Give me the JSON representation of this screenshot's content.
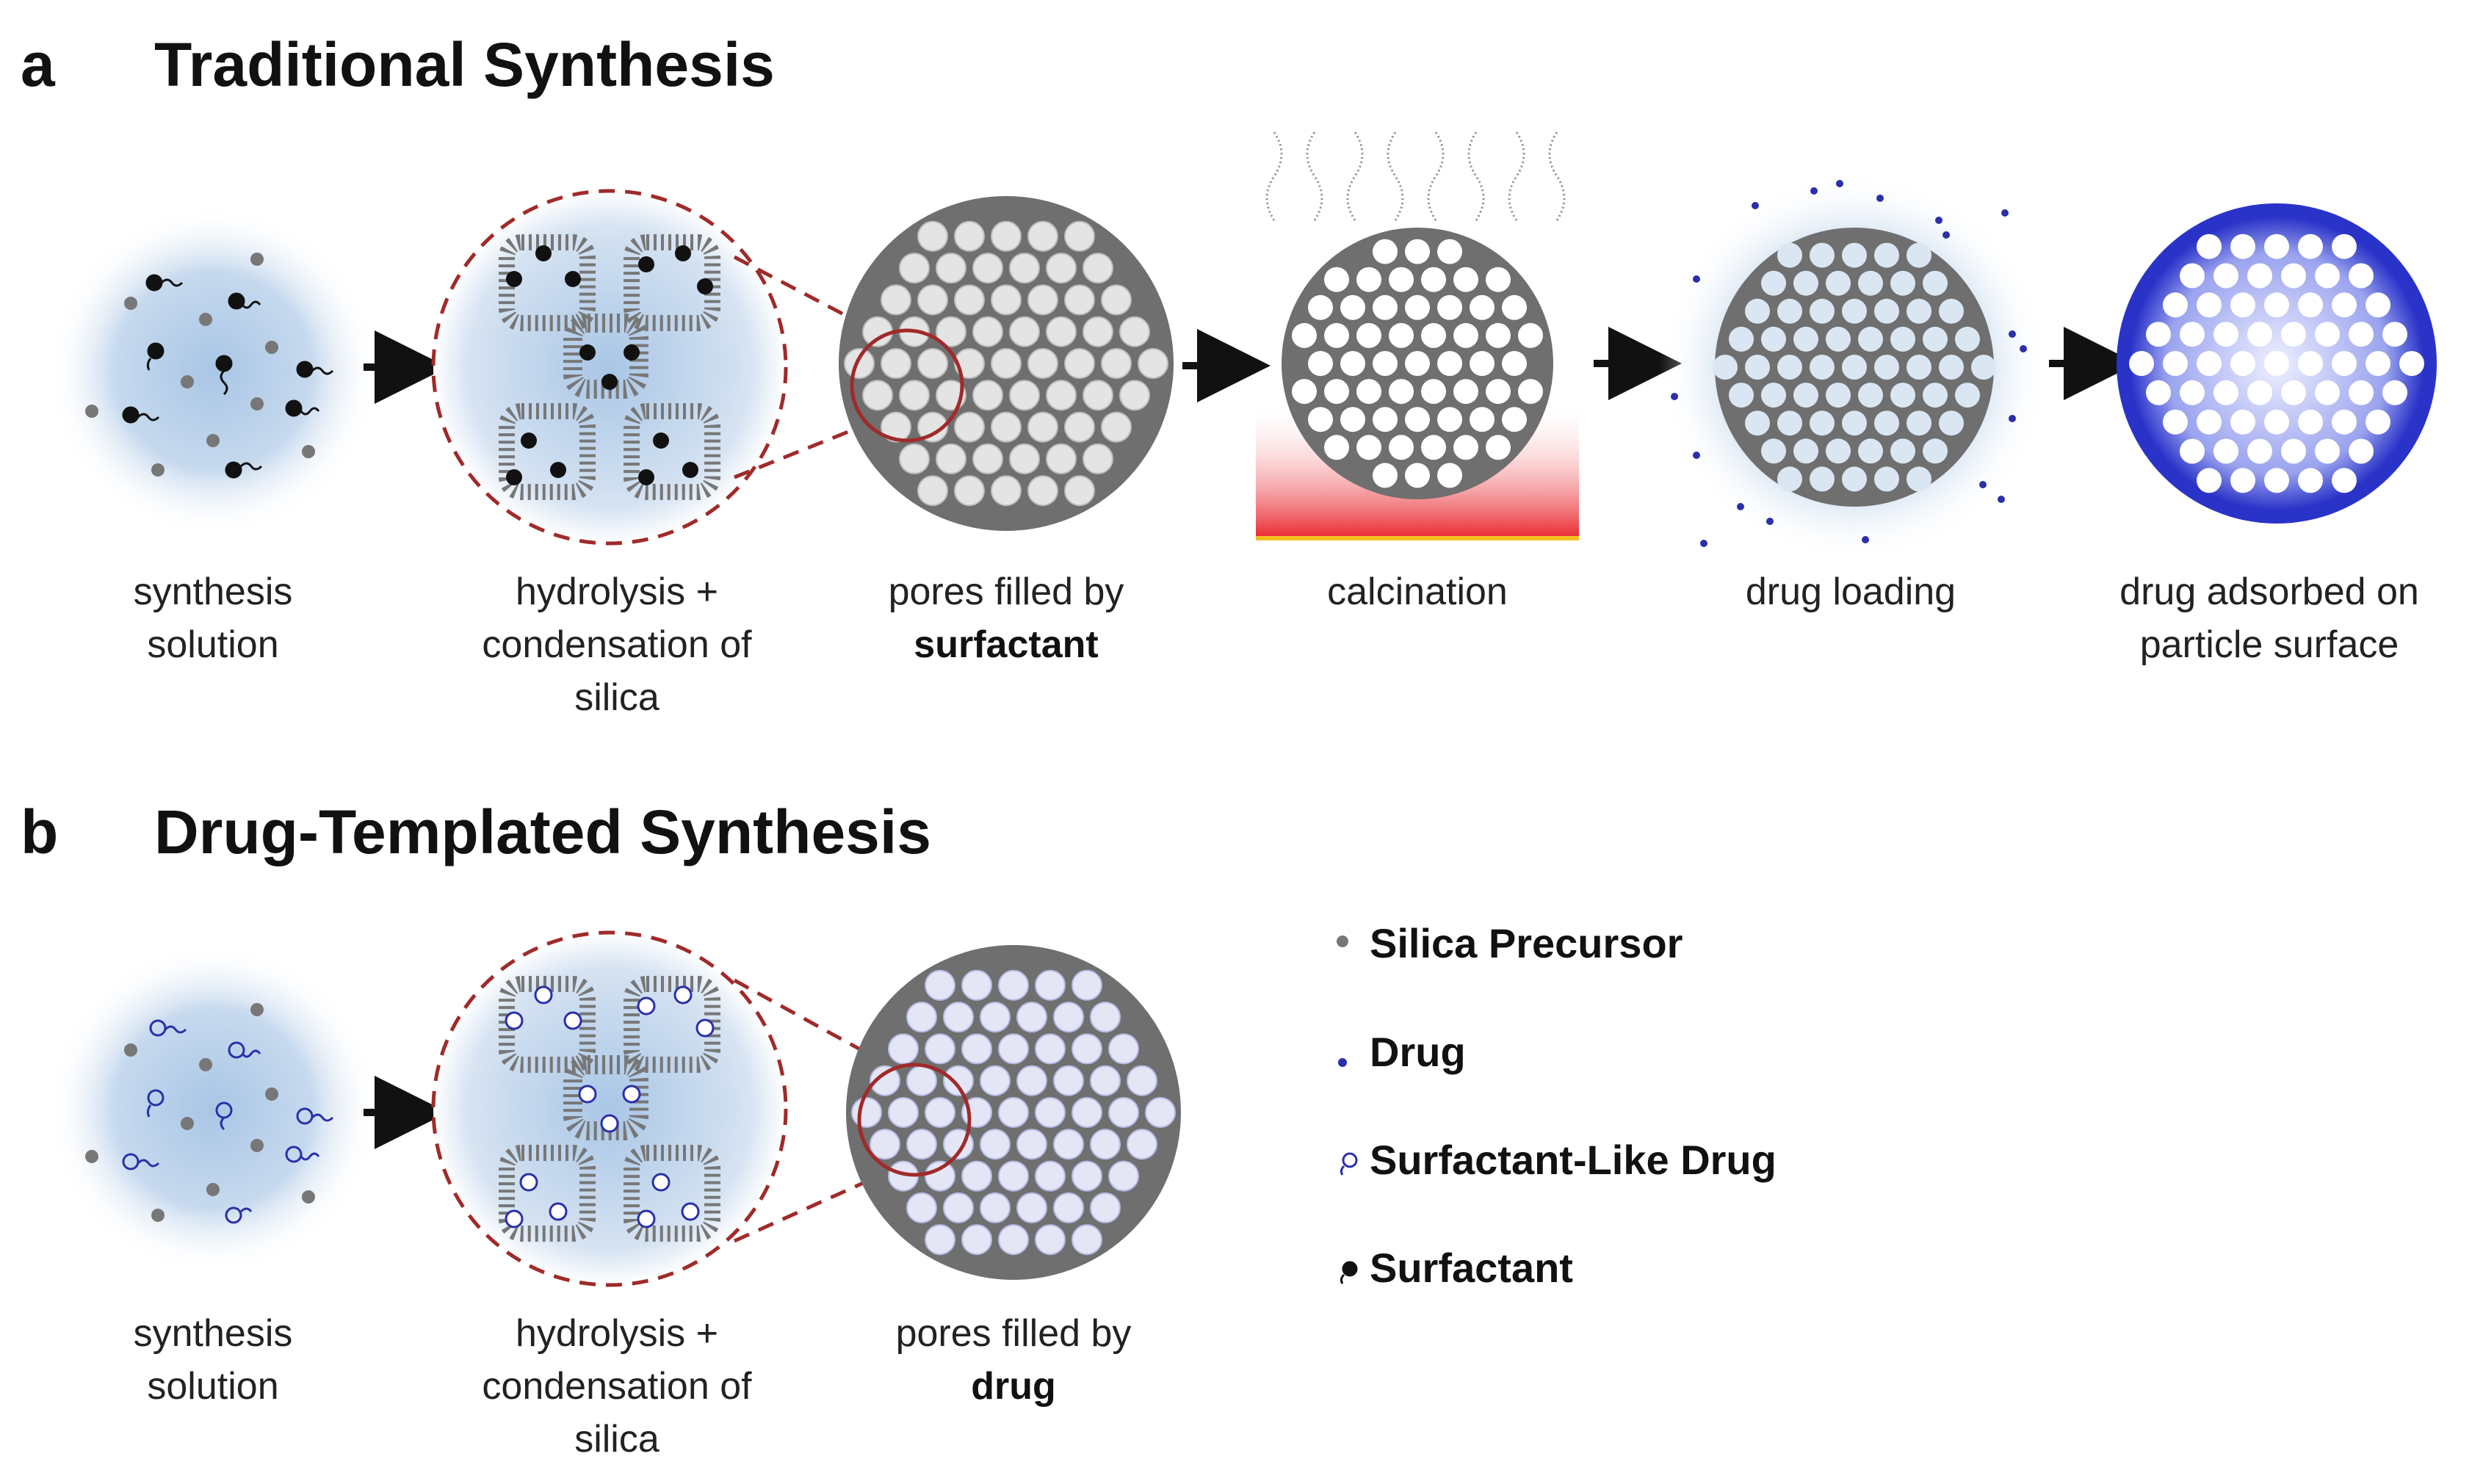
{
  "panel_a": {
    "letter": "a",
    "title": "Traditional Synthesis",
    "steps": [
      {
        "line1": "synthesis",
        "line2": "solution",
        "line3": ""
      },
      {
        "line1": "hydrolysis +",
        "line2": "condensation of",
        "line3": "silica"
      },
      {
        "line1": "pores filled by",
        "line2": "surfactant",
        "line3": ""
      },
      {
        "line1": "calcination",
        "line2": "",
        "line3": ""
      },
      {
        "line1": "drug loading",
        "line2": "",
        "line3": ""
      },
      {
        "line1": "drug adsorbed on",
        "line2": "particle surface",
        "line3": ""
      }
    ]
  },
  "panel_b": {
    "letter": "b",
    "title": "Drug-Templated Synthesis",
    "steps": [
      {
        "line1": "synthesis",
        "line2": "solution",
        "line3": ""
      },
      {
        "line1": "hydrolysis +",
        "line2": "condensation of",
        "line3": "silica"
      },
      {
        "line1": "pores filled by",
        "line2": "drug",
        "line3": ""
      }
    ]
  },
  "legend": [
    {
      "label": "Silica Precursor",
      "icon": "gray-dot-icon"
    },
    {
      "label": "Drug",
      "icon": "blue-dot-icon"
    },
    {
      "label": "Surfactant-Like Drug",
      "icon": "hollow-head-tail-icon"
    },
    {
      "label": "Surfactant",
      "icon": "black-head-tail-icon"
    }
  ],
  "colors": {
    "silica": "#777777",
    "drug": "#2b2fa8",
    "drug_glow": "#4a4fe0",
    "solution": "#bcd3ea",
    "zoom_dash": "#a02a2a",
    "heat": "#e8232a",
    "surfactant": "#111111"
  }
}
